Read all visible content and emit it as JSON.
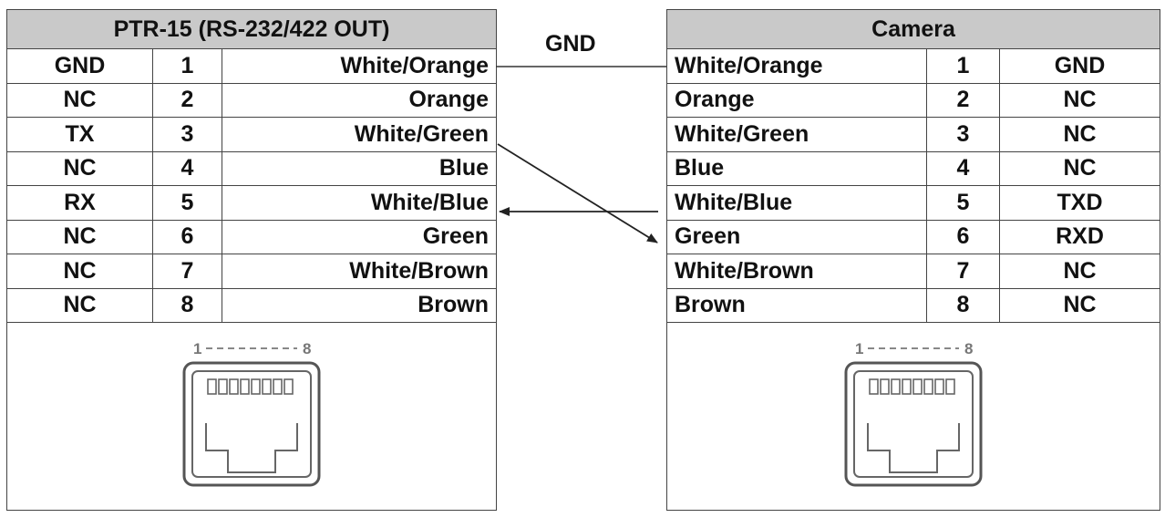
{
  "left": {
    "title": "PTR-15 (RS-232/422 OUT)",
    "rows": [
      {
        "signal": "GND",
        "pin": "1",
        "color": "White/Orange"
      },
      {
        "signal": "NC",
        "pin": "2",
        "color": "Orange"
      },
      {
        "signal": "TX",
        "pin": "3",
        "color": "White/Green"
      },
      {
        "signal": "NC",
        "pin": "4",
        "color": "Blue"
      },
      {
        "signal": "RX",
        "pin": "5",
        "color": "White/Blue"
      },
      {
        "signal": "NC",
        "pin": "6",
        "color": "Green"
      },
      {
        "signal": "NC",
        "pin": "7",
        "color": "White/Brown"
      },
      {
        "signal": "NC",
        "pin": "8",
        "color": "Brown"
      }
    ],
    "jack": {
      "pin_first": "1",
      "pin_last": "8"
    }
  },
  "right": {
    "title": "Camera",
    "rows": [
      {
        "color": "White/Orange",
        "pin": "1",
        "signal": "GND"
      },
      {
        "color": "Orange",
        "pin": "2",
        "signal": "NC"
      },
      {
        "color": "White/Green",
        "pin": "3",
        "signal": "NC"
      },
      {
        "color": "Blue",
        "pin": "4",
        "signal": "NC"
      },
      {
        "color": "White/Blue",
        "pin": "5",
        "signal": "TXD"
      },
      {
        "color": "Green",
        "pin": "6",
        "signal": "RXD"
      },
      {
        "color": "White/Brown",
        "pin": "7",
        "signal": "NC"
      },
      {
        "color": "Brown",
        "pin": "8",
        "signal": "NC"
      }
    ],
    "jack": {
      "pin_first": "1",
      "pin_last": "8"
    }
  },
  "connection_label": "GND",
  "colors": {
    "header_bg": "#c9c9c9",
    "border": "#444444",
    "wire": "#222222"
  }
}
